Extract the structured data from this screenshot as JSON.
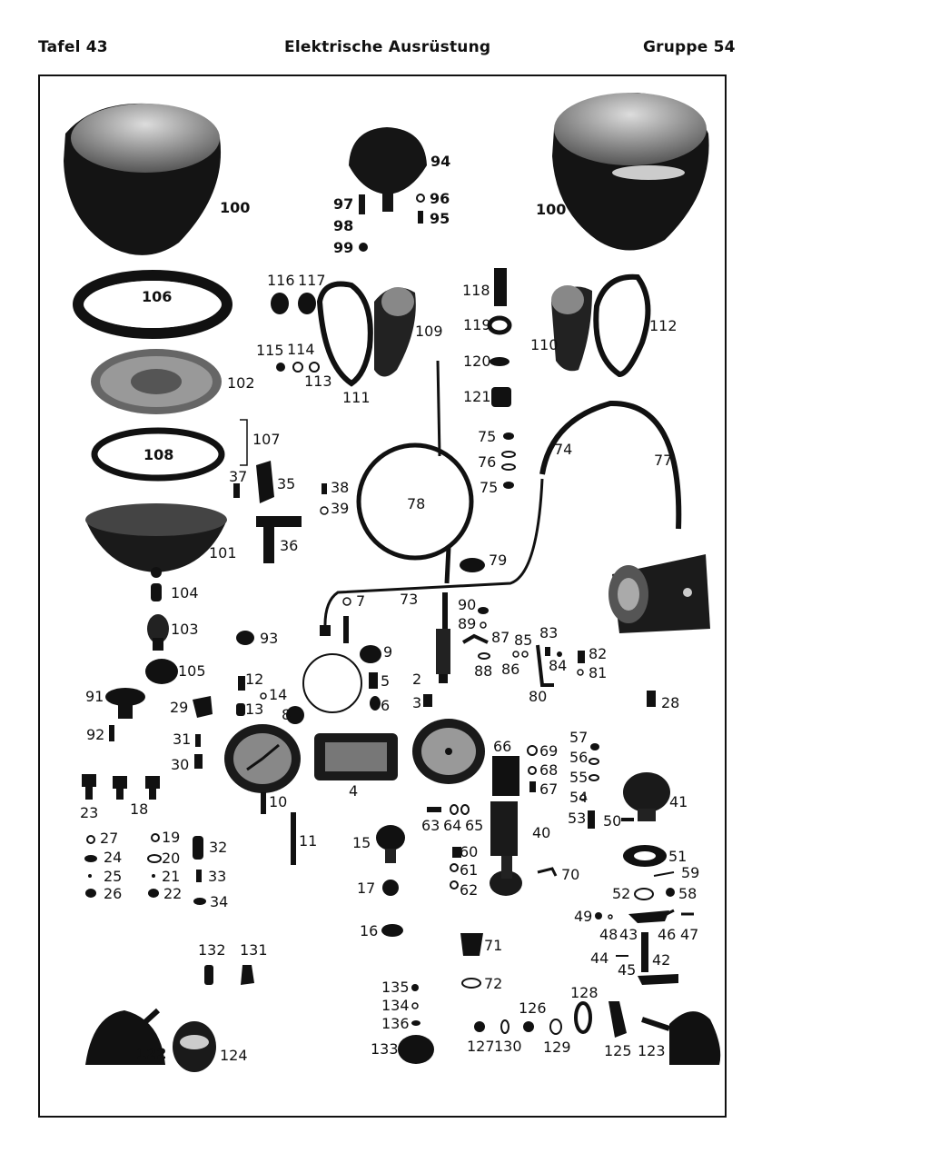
{
  "header": {
    "left": "Tafel 43",
    "center": "Elektrische Ausrüstung",
    "right": "Gruppe 54"
  },
  "labels": [
    {
      "id": "l100a",
      "text": "100"
    },
    {
      "id": "l94",
      "text": "94"
    },
    {
      "id": "l97",
      "text": "97"
    },
    {
      "id": "l96",
      "text": "96"
    },
    {
      "id": "l95",
      "text": "95"
    },
    {
      "id": "l98",
      "text": "98"
    },
    {
      "id": "l99",
      "text": "99"
    },
    {
      "id": "l100b",
      "text": "100"
    },
    {
      "id": "l106",
      "text": "106"
    },
    {
      "id": "l116",
      "text": "116"
    },
    {
      "id": "l117",
      "text": "117"
    },
    {
      "id": "l118",
      "text": "118"
    },
    {
      "id": "l109",
      "text": "109"
    },
    {
      "id": "l119",
      "text": "119"
    },
    {
      "id": "l110",
      "text": "110"
    },
    {
      "id": "l112",
      "text": "112"
    },
    {
      "id": "l115",
      "text": "115"
    },
    {
      "id": "l114",
      "text": "114"
    },
    {
      "id": "l113",
      "text": "113"
    },
    {
      "id": "l120",
      "text": "120"
    },
    {
      "id": "l102",
      "text": "102"
    },
    {
      "id": "l111",
      "text": "111"
    },
    {
      "id": "l121",
      "text": "121"
    },
    {
      "id": "l107",
      "text": "107"
    },
    {
      "id": "l75a",
      "text": "75"
    },
    {
      "id": "l74",
      "text": "74"
    },
    {
      "id": "l77",
      "text": "77"
    },
    {
      "id": "l108",
      "text": "108"
    },
    {
      "id": "l76",
      "text": "76"
    },
    {
      "id": "l37",
      "text": "37"
    },
    {
      "id": "l35",
      "text": "35"
    },
    {
      "id": "l38",
      "text": "38"
    },
    {
      "id": "l75b",
      "text": "75"
    },
    {
      "id": "l39",
      "text": "39"
    },
    {
      "id": "l78",
      "text": "78"
    },
    {
      "id": "l36",
      "text": "36"
    },
    {
      "id": "l101",
      "text": "101"
    },
    {
      "id": "l79",
      "text": "79"
    },
    {
      "id": "l104",
      "text": "104"
    },
    {
      "id": "l73",
      "text": "73"
    },
    {
      "id": "l7",
      "text": "7"
    },
    {
      "id": "l90",
      "text": "90"
    },
    {
      "id": "l89",
      "text": "89"
    },
    {
      "id": "l103",
      "text": "103"
    },
    {
      "id": "l93",
      "text": "93"
    },
    {
      "id": "l87",
      "text": "87"
    },
    {
      "id": "l85",
      "text": "85"
    },
    {
      "id": "l83",
      "text": "83"
    },
    {
      "id": "l9",
      "text": "9"
    },
    {
      "id": "l82",
      "text": "82"
    },
    {
      "id": "l84",
      "text": "84"
    },
    {
      "id": "l88",
      "text": "88"
    },
    {
      "id": "l86",
      "text": "86"
    },
    {
      "id": "l81",
      "text": "81"
    },
    {
      "id": "l105",
      "text": "105"
    },
    {
      "id": "l12",
      "text": "12"
    },
    {
      "id": "l5",
      "text": "5"
    },
    {
      "id": "l2",
      "text": "2"
    },
    {
      "id": "l91",
      "text": "91"
    },
    {
      "id": "l14",
      "text": "14"
    },
    {
      "id": "l80",
      "text": "80"
    },
    {
      "id": "l28",
      "text": "28"
    },
    {
      "id": "l29",
      "text": "29"
    },
    {
      "id": "l13",
      "text": "13"
    },
    {
      "id": "l6",
      "text": "6"
    },
    {
      "id": "l3",
      "text": "3"
    },
    {
      "id": "l8",
      "text": "8"
    },
    {
      "id": "l92",
      "text": "92"
    },
    {
      "id": "l31",
      "text": "31"
    },
    {
      "id": "l57",
      "text": "57"
    },
    {
      "id": "l66",
      "text": "66"
    },
    {
      "id": "l69",
      "text": "69"
    },
    {
      "id": "l56",
      "text": "56"
    },
    {
      "id": "l30",
      "text": "30"
    },
    {
      "id": "l68",
      "text": "68"
    },
    {
      "id": "l55",
      "text": "55"
    },
    {
      "id": "l67",
      "text": "67"
    },
    {
      "id": "l4",
      "text": "4"
    },
    {
      "id": "l54",
      "text": "54"
    },
    {
      "id": "l41",
      "text": "41"
    },
    {
      "id": "l23",
      "text": "23"
    },
    {
      "id": "l18",
      "text": "18"
    },
    {
      "id": "l10",
      "text": "10"
    },
    {
      "id": "l53",
      "text": "53"
    },
    {
      "id": "l50",
      "text": "50"
    },
    {
      "id": "l63",
      "text": "63"
    },
    {
      "id": "l64",
      "text": "64"
    },
    {
      "id": "l65",
      "text": "65"
    },
    {
      "id": "l40",
      "text": "40"
    },
    {
      "id": "l27",
      "text": "27"
    },
    {
      "id": "l19",
      "text": "19"
    },
    {
      "id": "l11",
      "text": "11"
    },
    {
      "id": "l15",
      "text": "15"
    },
    {
      "id": "l32",
      "text": "32"
    },
    {
      "id": "l60",
      "text": "60"
    },
    {
      "id": "l51",
      "text": "51"
    },
    {
      "id": "l24",
      "text": "24"
    },
    {
      "id": "l20",
      "text": "20"
    },
    {
      "id": "l61",
      "text": "61"
    },
    {
      "id": "l59",
      "text": "59"
    },
    {
      "id": "l25",
      "text": "25"
    },
    {
      "id": "l21",
      "text": "21"
    },
    {
      "id": "l33",
      "text": "33"
    },
    {
      "id": "l70",
      "text": "70"
    },
    {
      "id": "l26",
      "text": "26"
    },
    {
      "id": "l22",
      "text": "22"
    },
    {
      "id": "l17",
      "text": "17"
    },
    {
      "id": "l62",
      "text": "62"
    },
    {
      "id": "l52",
      "text": "52"
    },
    {
      "id": "l58",
      "text": "58"
    },
    {
      "id": "l34",
      "text": "34"
    },
    {
      "id": "l49",
      "text": "49"
    },
    {
      "id": "l16",
      "text": "16"
    },
    {
      "id": "l48",
      "text": "48"
    },
    {
      "id": "l43",
      "text": "43"
    },
    {
      "id": "l46",
      "text": "46"
    },
    {
      "id": "l47",
      "text": "47"
    },
    {
      "id": "l132",
      "text": "132"
    },
    {
      "id": "l131",
      "text": "131"
    },
    {
      "id": "l71",
      "text": "71"
    },
    {
      "id": "l44",
      "text": "44"
    },
    {
      "id": "l42",
      "text": "42"
    },
    {
      "id": "l45",
      "text": "45"
    },
    {
      "id": "l135",
      "text": "135"
    },
    {
      "id": "l72",
      "text": "72"
    },
    {
      "id": "l128",
      "text": "128"
    },
    {
      "id": "l134",
      "text": "134"
    },
    {
      "id": "l126",
      "text": "126"
    },
    {
      "id": "l136",
      "text": "136"
    },
    {
      "id": "l133",
      "text": "133"
    },
    {
      "id": "l127",
      "text": "127"
    },
    {
      "id": "l130",
      "text": "130"
    },
    {
      "id": "l129",
      "text": "129"
    },
    {
      "id": "l125",
      "text": "125"
    },
    {
      "id": "l123",
      "text": "123"
    },
    {
      "id": "l122",
      "text": "122"
    },
    {
      "id": "l124",
      "text": "124"
    }
  ]
}
